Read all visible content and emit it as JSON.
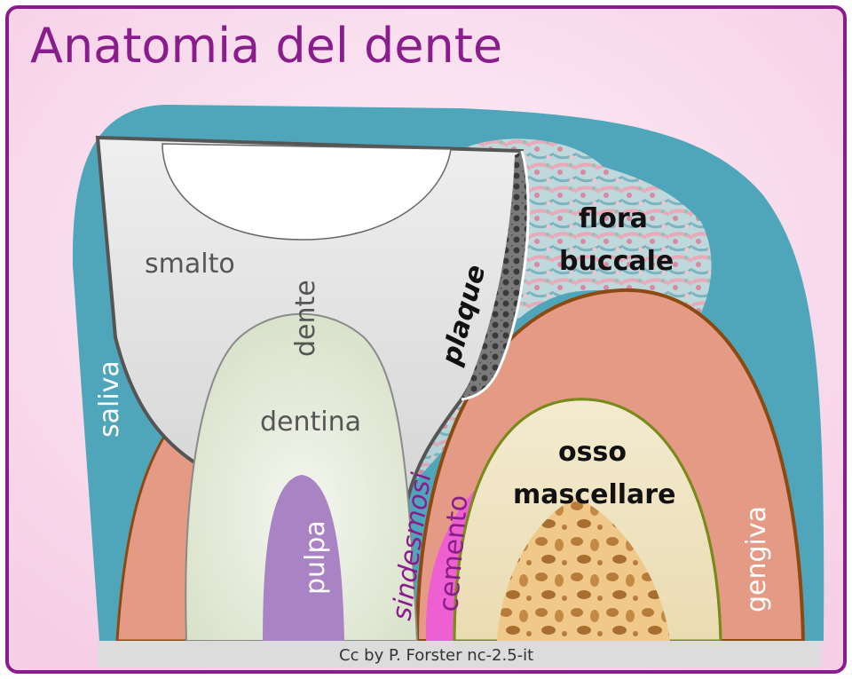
{
  "title": "Anatomia del dente",
  "labels": {
    "smalto": "smalto",
    "dente": "dente",
    "dentina": "dentina",
    "pulpa": "pulpa",
    "plaque": "plaque",
    "flora_buccale_line1": "flora",
    "flora_buccale_line2": "buccale",
    "saliva": "saliva",
    "sindesmosi": "sindesmosi",
    "cemento": "cemento",
    "osso_mascellare_line1": "osso",
    "osso_mascellare_line2": "mascellare",
    "gengiva": "gengiva"
  },
  "credit": "Cc by P. Forster nc-2.5-it",
  "colors": {
    "frame_border": "#8a1d8c",
    "background": "#f9d9ec",
    "saliva": "#4fa5ba",
    "enamel": "#dcdcdc",
    "dentin": "#e4ead9",
    "pulp": "#a983c4",
    "gum": "#e49a85",
    "cementum": "#ee5fd1",
    "bone": "#efe2bd",
    "credit_bar": "#dcdcdc"
  }
}
